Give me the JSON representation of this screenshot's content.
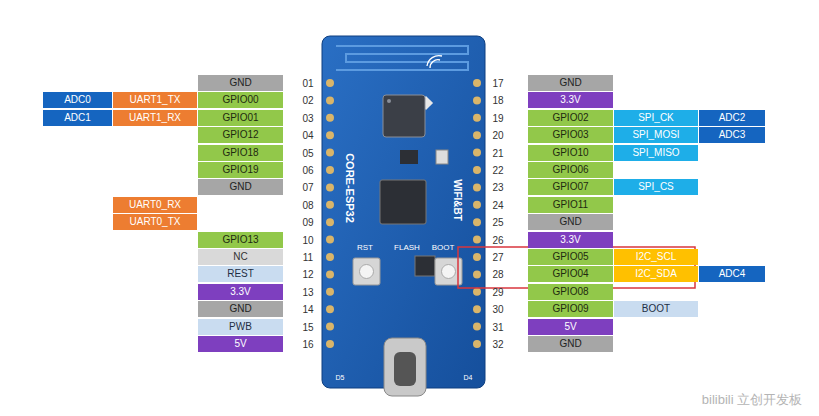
{
  "diagram": {
    "nodes": [
      {
        "text": [
          "GND"
        ]
      },
      {
        "text": [
          "ADC0"
        ]
      },
      {
        "text": [
          "UART1_TX"
        ]
      },
      {
        "text": [
          "GPIO00"
        ]
      },
      {
        "text": [
          "ADC1"
        ]
      },
      {
        "text": [
          "UART1_RX"
        ]
      },
      {
        "text": [
          "GPIO01"
        ]
      },
      {
        "text": [
          "GPIO12"
        ]
      },
      {
        "text": [
          "GPIO18"
        ]
      },
      {
        "text": [
          "GPIO19"
        ]
      },
      {
        "text": [
          "GND"
        ]
      },
      {
        "text": [
          "UART0_RX"
        ]
      },
      {
        "text": [
          "UART0_TX"
        ]
      },
      {
        "text": [
          "GPIO13"
        ]
      },
      {
        "text": [
          "NC"
        ]
      },
      {
        "text": [
          "REST"
        ]
      },
      {
        "text": [
          "3.3V"
        ]
      },
      {
        "text": [
          "GND"
        ]
      },
      {
        "text": [
          "PWB"
        ]
      },
      {
        "text": [
          "5V"
        ]
      },
      {
        "text": [
          "GND"
        ]
      },
      {
        "text": [
          "3.3V"
        ]
      },
      {
        "text": [
          "GPIO02"
        ]
      },
      {
        "text": [
          "SPI_CK"
        ]
      },
      {
        "text": [
          "ADC2"
        ]
      },
      {
        "text": [
          "GPIO03"
        ]
      },
      {
        "text": [
          "SPI_MOSI"
        ]
      },
      {
        "text": [
          "ADC3"
        ]
      },
      {
        "text": [
          "GPIO10"
        ]
      },
      {
        "text": [
          "SPI_MISO"
        ]
      },
      {
        "text": [
          "GPIO06"
        ]
      },
      {
        "text": [
          "GPIO07"
        ]
      },
      {
        "text": [
          "SPI_CS"
        ]
      },
      {
        "text": [
          "GPIO11"
        ]
      },
      {
        "text": [
          "GND"
        ]
      },
      {
        "text": [
          "3.3V"
        ]
      },
      {
        "text": [
          "GPIO05"
        ]
      },
      {
        "text": [
          "I2C_SCL"
        ]
      },
      {
        "text": [
          "GPIO04"
        ]
      },
      {
        "text": [
          "I2C_SDA"
        ]
      },
      {
        "text": [
          "ADC4"
        ]
      },
      {
        "text": [
          "GPIO08"
        ]
      },
      {
        "text": [
          "GPIO09"
        ]
      },
      {
        "text": [
          "BOOT"
        ]
      },
      {
        "text": [
          "5V"
        ]
      },
      {
        "text": [
          "GND"
        ]
      }
    ],
    "labels": [
      "01",
      "02",
      "03",
      "04",
      "05",
      "06",
      "07",
      "08",
      "09",
      "10",
      "11",
      "12",
      "13",
      "14",
      "15",
      "16",
      "17",
      "18",
      "19",
      "20",
      "21",
      "22",
      "23",
      "24",
      "25",
      "26",
      "27",
      "28",
      "29",
      "30",
      "31",
      "32",
      "CORE-ESP32",
      "WIFI&BT",
      "RST",
      "FLASH",
      "BOOT",
      "D5",
      "D4",
      "bilibili 立创开发板"
    ]
  }
}
